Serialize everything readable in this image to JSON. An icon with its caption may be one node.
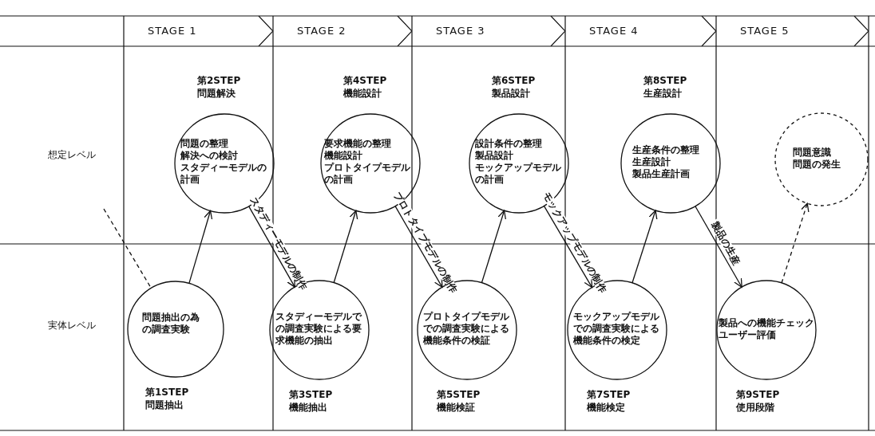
{
  "diagram": {
    "nodes": [
      {
        "text": [
          "STAGE 1"
        ]
      },
      {
        "text": [
          "STAGE 2"
        ]
      },
      {
        "text": [
          "STAGE 3"
        ]
      },
      {
        "text": [
          "STAGE 4"
        ]
      },
      {
        "text": [
          "STAGE 5"
        ]
      },
      {
        "text": [
          "第2STEP",
          "問題解決",
          "問題の整理",
          "解決への検討",
          "スタディーモデルの計画"
        ]
      },
      {
        "text": [
          "第4STEP",
          "機能設計",
          "要求機能の整理",
          "機能設計",
          "プロトタイプモデルの計画"
        ]
      },
      {
        "text": [
          "第6STEP",
          "製品設計",
          "設計条件の整理",
          "製品設計",
          "モックアップモデルの計画"
        ]
      },
      {
        "text": [
          "第8STEP",
          "生産設計",
          "生産条件の整理",
          "生産設計",
          "製品生産計画"
        ]
      },
      {
        "text": [
          "問題意識",
          "問題の発生"
        ]
      },
      {
        "text": [
          "問題抽出の為の調査実験",
          "第1STEP",
          "問題抽出"
        ]
      },
      {
        "text": [
          "スタディーモデルでの調査実験による要求機能の抽出",
          "第3STEP",
          "機能抽出"
        ]
      },
      {
        "text": [
          "プロトタイプモデルでの調査実験による機能条件の検証",
          "第5STEP",
          "機能検証"
        ]
      },
      {
        "text": [
          "モックアップモデルでの調査実験による機能条件の検定",
          "第7STEP",
          "機能検定"
        ]
      },
      {
        "text": [
          "製品への機能チェック",
          "ユーザー評価",
          "第9STEP",
          "使用段階"
        ]
      }
    ],
    "edges": [
      {
        "from": null,
        "to": 10,
        "arrow": "none",
        "style": "dashed"
      },
      {
        "from": 10,
        "to": 5,
        "arrow": "to"
      },
      {
        "from": 5,
        "to": 11,
        "arrow": "to",
        "label": "スタディーモデルの制作"
      },
      {
        "from": 11,
        "to": 6,
        "arrow": "to"
      },
      {
        "from": 6,
        "to": 12,
        "arrow": "to",
        "label": "プロトタイプモデルの制作"
      },
      {
        "from": 12,
        "to": 7,
        "arrow": "to"
      },
      {
        "from": 7,
        "to": 13,
        "arrow": "to",
        "label": "モックアップモデルの制作"
      },
      {
        "from": 13,
        "to": 8,
        "arrow": "to"
      },
      {
        "from": 8,
        "to": 14,
        "arrow": "to",
        "label": "製品の生産"
      },
      {
        "from": 14,
        "to": 9,
        "arrow": "to",
        "style": "dashed"
      }
    ],
    "labels": [
      "想定レベル",
      "実体レベル"
    ]
  }
}
